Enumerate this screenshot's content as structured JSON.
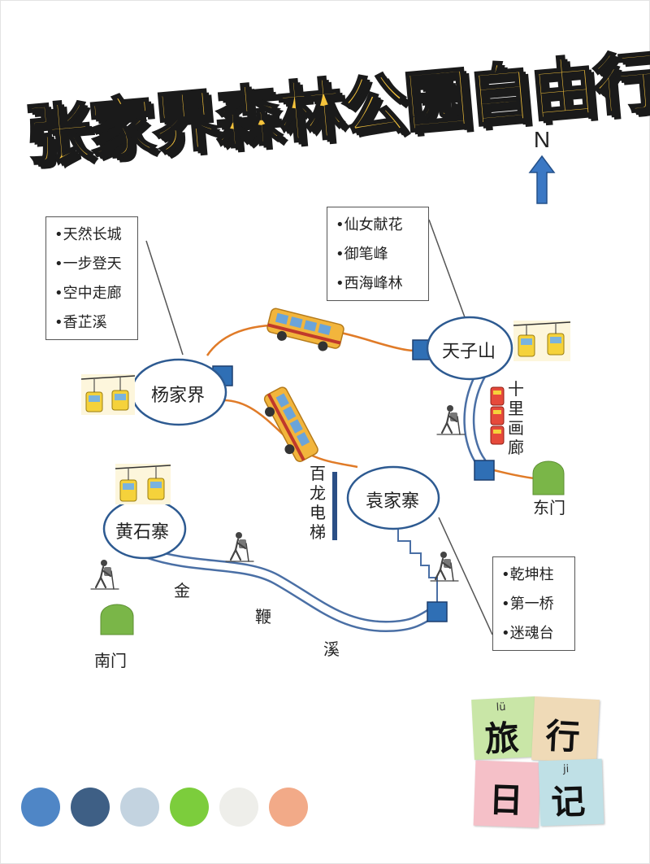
{
  "title": "张家界森林公园自由行",
  "compass": {
    "label": "N"
  },
  "callouts": {
    "yangjiajie": [
      "•天然长城",
      "•一步登天",
      "•空中走廊",
      "•香芷溪"
    ],
    "tianzishan": [
      "•仙女献花",
      "•御笔峰",
      "•西海峰林"
    ],
    "yuanjiajie": [
      "•乾坤柱",
      "•第一桥",
      "•迷魂台"
    ]
  },
  "places": {
    "yangjiajie": "杨家界",
    "tianzishan": "天子山",
    "yuanjiajie": "袁家寨",
    "huangshizhai": "黄石寨"
  },
  "gates": {
    "east": "东门",
    "south": "南门"
  },
  "routes": {
    "shili_gallery": [
      "十",
      "里",
      "画",
      "廊"
    ],
    "bailong_elevator": [
      "百",
      "龙",
      "电",
      "梯"
    ],
    "jinbian_stream": [
      "金",
      "鞭",
      "溪"
    ]
  },
  "stamp": {
    "pinyin_lv": "lü",
    "char_lv": "旅",
    "char_xing": "行",
    "char_ri": "日",
    "pinyin_ji": "ji",
    "char_ji": "记"
  },
  "palette": [
    "#4f86c6",
    "#3e5f85",
    "#c3d3e0",
    "#7ccd3c",
    "#eeeeea",
    "#f2aa88"
  ],
  "colors": {
    "route_orange": "#e07b28",
    "river_blue": "#4a6fa5",
    "node_blue": "#2f6fb5",
    "gate_green": "#7ab648",
    "title_yellow": "#f5c33b"
  }
}
